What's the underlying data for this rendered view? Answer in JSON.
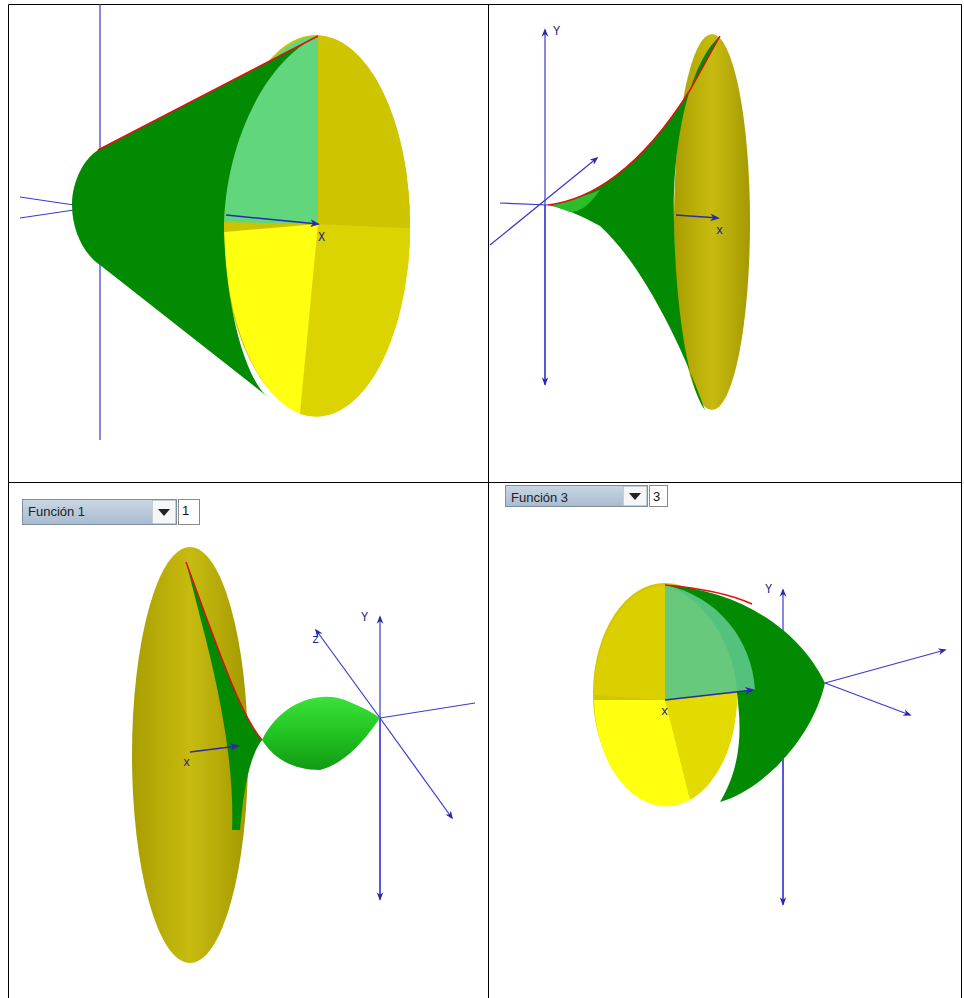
{
  "diagram": {
    "nodes": [
      {
        "text": [
          "Función 1"
        ]
      },
      {
        "text": [
          "1"
        ]
      },
      {
        "text": [
          "Función 3"
        ]
      },
      {
        "text": [
          "3"
        ]
      }
    ],
    "labels": [
      "X",
      "Y",
      "x",
      "Y",
      "z",
      "x",
      "Y",
      "x"
    ]
  }
}
